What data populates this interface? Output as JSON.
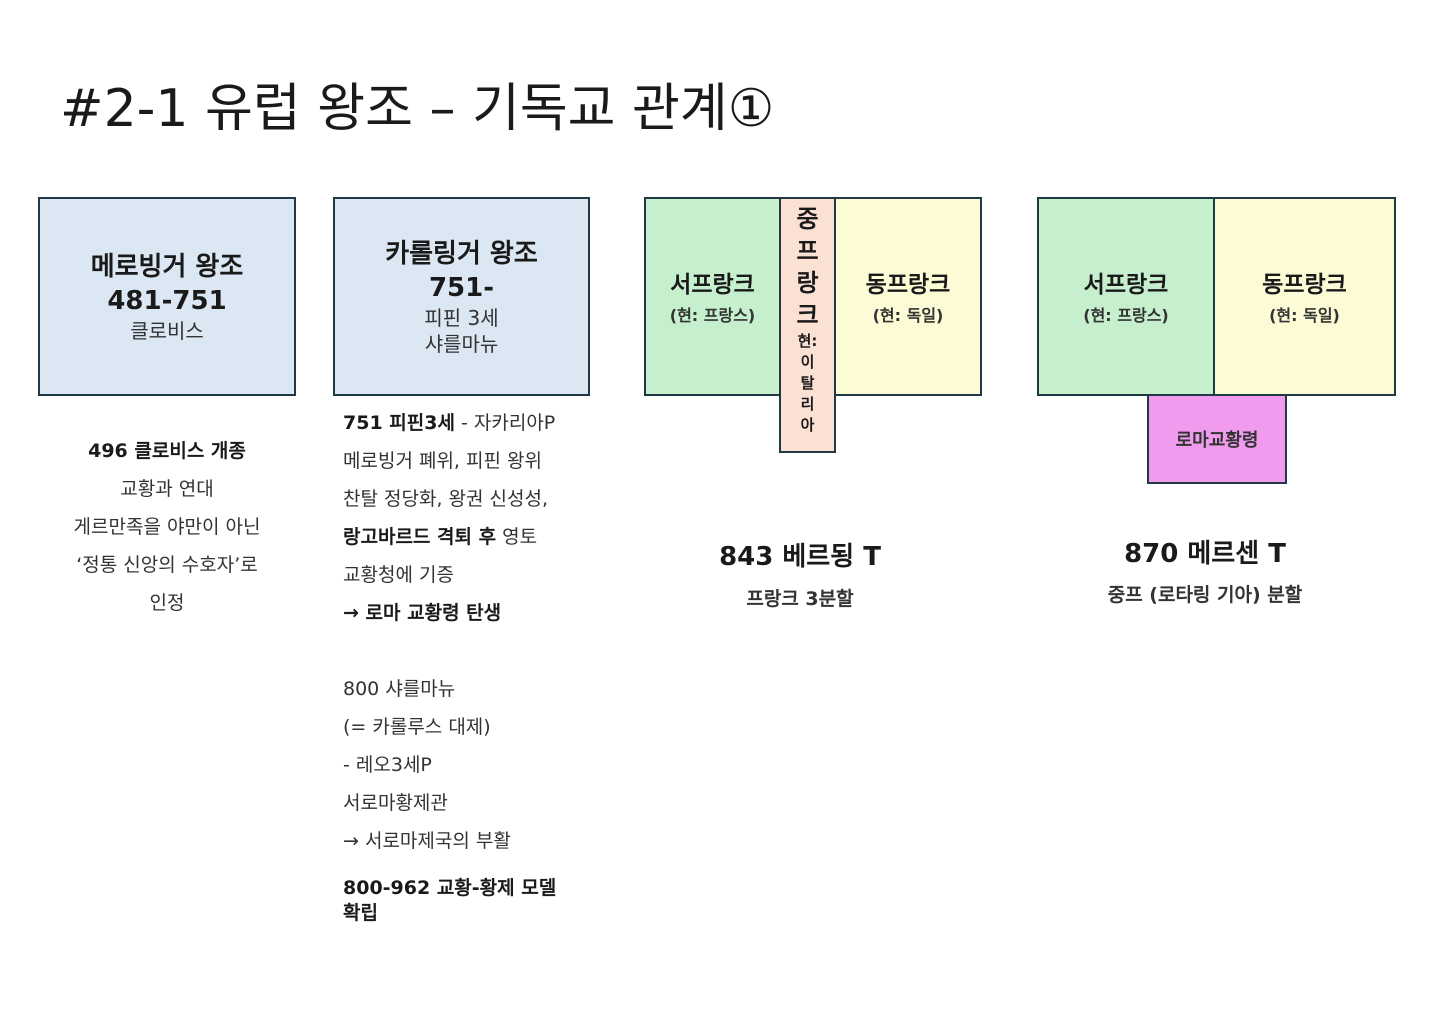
{
  "title": "#2-1 유럽 왕조 – 기독교 관계①",
  "merovingian": {
    "name": "메로빙거 왕조",
    "years": "481-751",
    "king": "클로비스",
    "notes": [
      "496 클로비스 개종",
      "교황과 연대",
      "게르만족을 야만이 아닌",
      "‘정통 신앙의 수호자’로",
      "인정"
    ]
  },
  "carolingian": {
    "name": "카롤링거 왕조",
    "years": "751-",
    "kings": [
      "피핀 3세",
      "샤를마뉴"
    ],
    "notes": {
      "l1b": "751 피핀3세",
      "l1": " - 자카리아P",
      "l2": "메로빙거 폐위, 피핀 왕위",
      "l3": "찬탈 정당화, 왕권 신성성,",
      "l4b": "랑고바르드 격퇴 후",
      "l4": " 영토",
      "l5": "교황청에 기증",
      "l6": "→ 로마 교황령 탄생",
      "l7": "800 샤를마뉴",
      "l8": "(= 카롤루스 대제)",
      "l9": "- 레오3세P",
      "l10": "서로마황제관",
      "l11": "→ 서로마제국의 부활",
      "l12": "800-962 교황-황제 모델",
      "l13": "확립"
    }
  },
  "verdun": {
    "west": "서프랑크",
    "west_sub": "(현: 프랑스)",
    "middle": [
      "중",
      "프",
      "랑",
      "크"
    ],
    "middle_sub": [
      "현:",
      "이",
      "탈",
      "리",
      "아"
    ],
    "east": "동프랑크",
    "east_sub": "(현: 독일)",
    "event": "843 베르됭 T",
    "desc": "프랑크 3분할"
  },
  "mersen": {
    "west": "서프랑크",
    "west_sub": "(현: 프랑스)",
    "east": "동프랑크",
    "east_sub": "(현: 독일)",
    "papal": "로마교황령",
    "event": "870 메르센 T",
    "desc": "중프 (로타링 기아) 분할"
  }
}
